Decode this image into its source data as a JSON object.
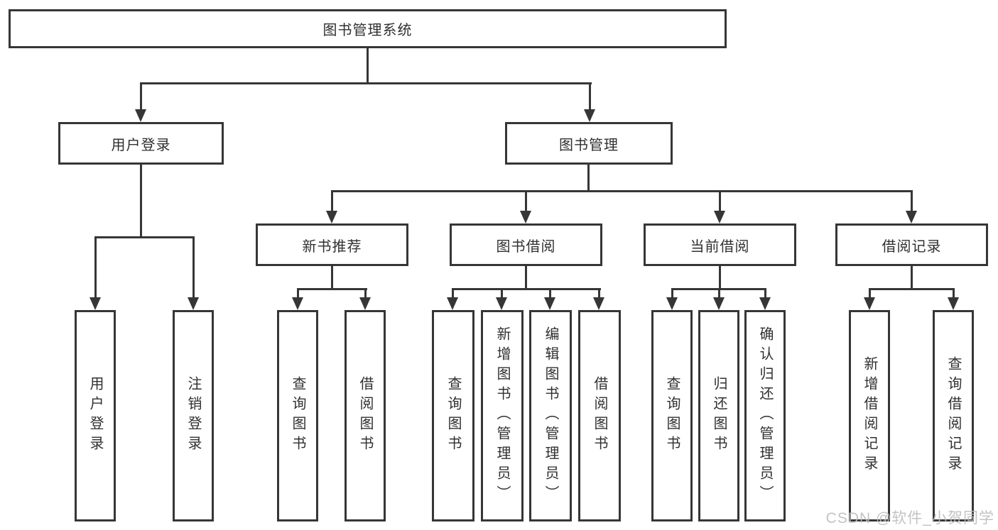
{
  "tree": {
    "root": "图书管理系统",
    "branches": [
      {
        "label": "用户登录",
        "children": [
          "用户登录",
          "注销登录"
        ]
      },
      {
        "label": "图书管理",
        "groups": [
          {
            "label": "新书推荐",
            "children": [
              "查询图书",
              "借阅图书"
            ]
          },
          {
            "label": "图书借阅",
            "children": [
              "查询图书",
              "新增图书（管理员）",
              "编辑图书（管理员）",
              "借阅图书"
            ]
          },
          {
            "label": "当前借阅",
            "children": [
              "查询图书",
              "归还图书",
              "确认归还（管理员）"
            ]
          },
          {
            "label": "借阅记录",
            "children": [
              "新增借阅记录",
              "查询借阅记录"
            ]
          }
        ]
      }
    ]
  },
  "watermark": "CSDN @软件_小贺同学",
  "colors": {
    "line": "#363636",
    "text": "#303030",
    "background": "#ffffff",
    "watermark": "#bdbdbd"
  }
}
